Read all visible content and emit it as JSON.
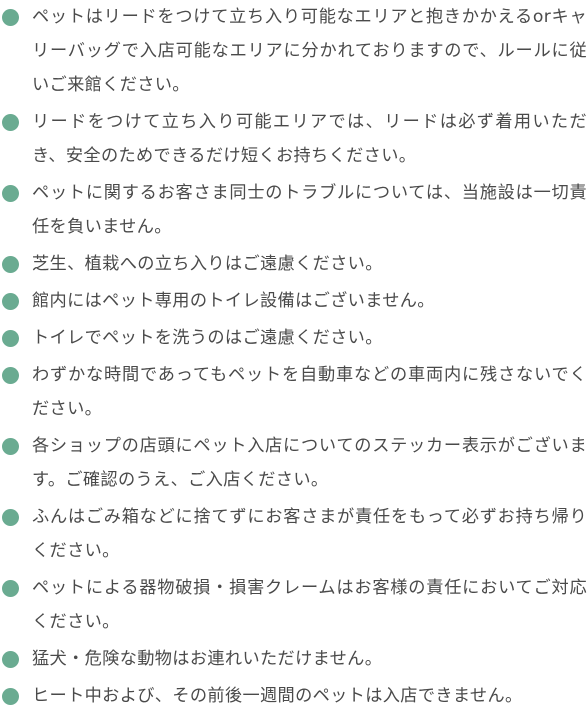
{
  "bullet_color": "#6aab91",
  "text_color": "#4a4a4a",
  "rules": [
    "ペットはリードをつけて立ち入り可能なエリアと抱きかかえるorキャリーバッグで入店可能なエリアに分かれておりますので、ルールに従いご来館ください。",
    "リードをつけて立ち入り可能エリアでは、リードは必ず着用いただき、安全のためできるだけ短くお持ちください。",
    "ペットに関するお客さま同士のトラブルについては、当施設は一切責任を負いません。",
    "芝生、植栽への立ち入りはご遠慮ください。",
    "館内にはペット専用のトイレ設備はございません。",
    "トイレでペットを洗うのはご遠慮ください。",
    "わずかな時間であってもペットを自動車などの車両内に残さないでください。",
    "各ショップの店頭にペット入店についてのステッカー表示がございます。ご確認のうえ、ご入店ください。",
    "ふんはごみ箱などに捨てずにお客さまが責任をもって必ずお持ち帰りください。",
    "ペットによる器物破損・損害クレームはお客様の責任においてご対応ください。",
    "猛犬・危険な動物はお連れいただけません。",
    "ヒート中および、その前後一週間のペットは入店できません。"
  ]
}
